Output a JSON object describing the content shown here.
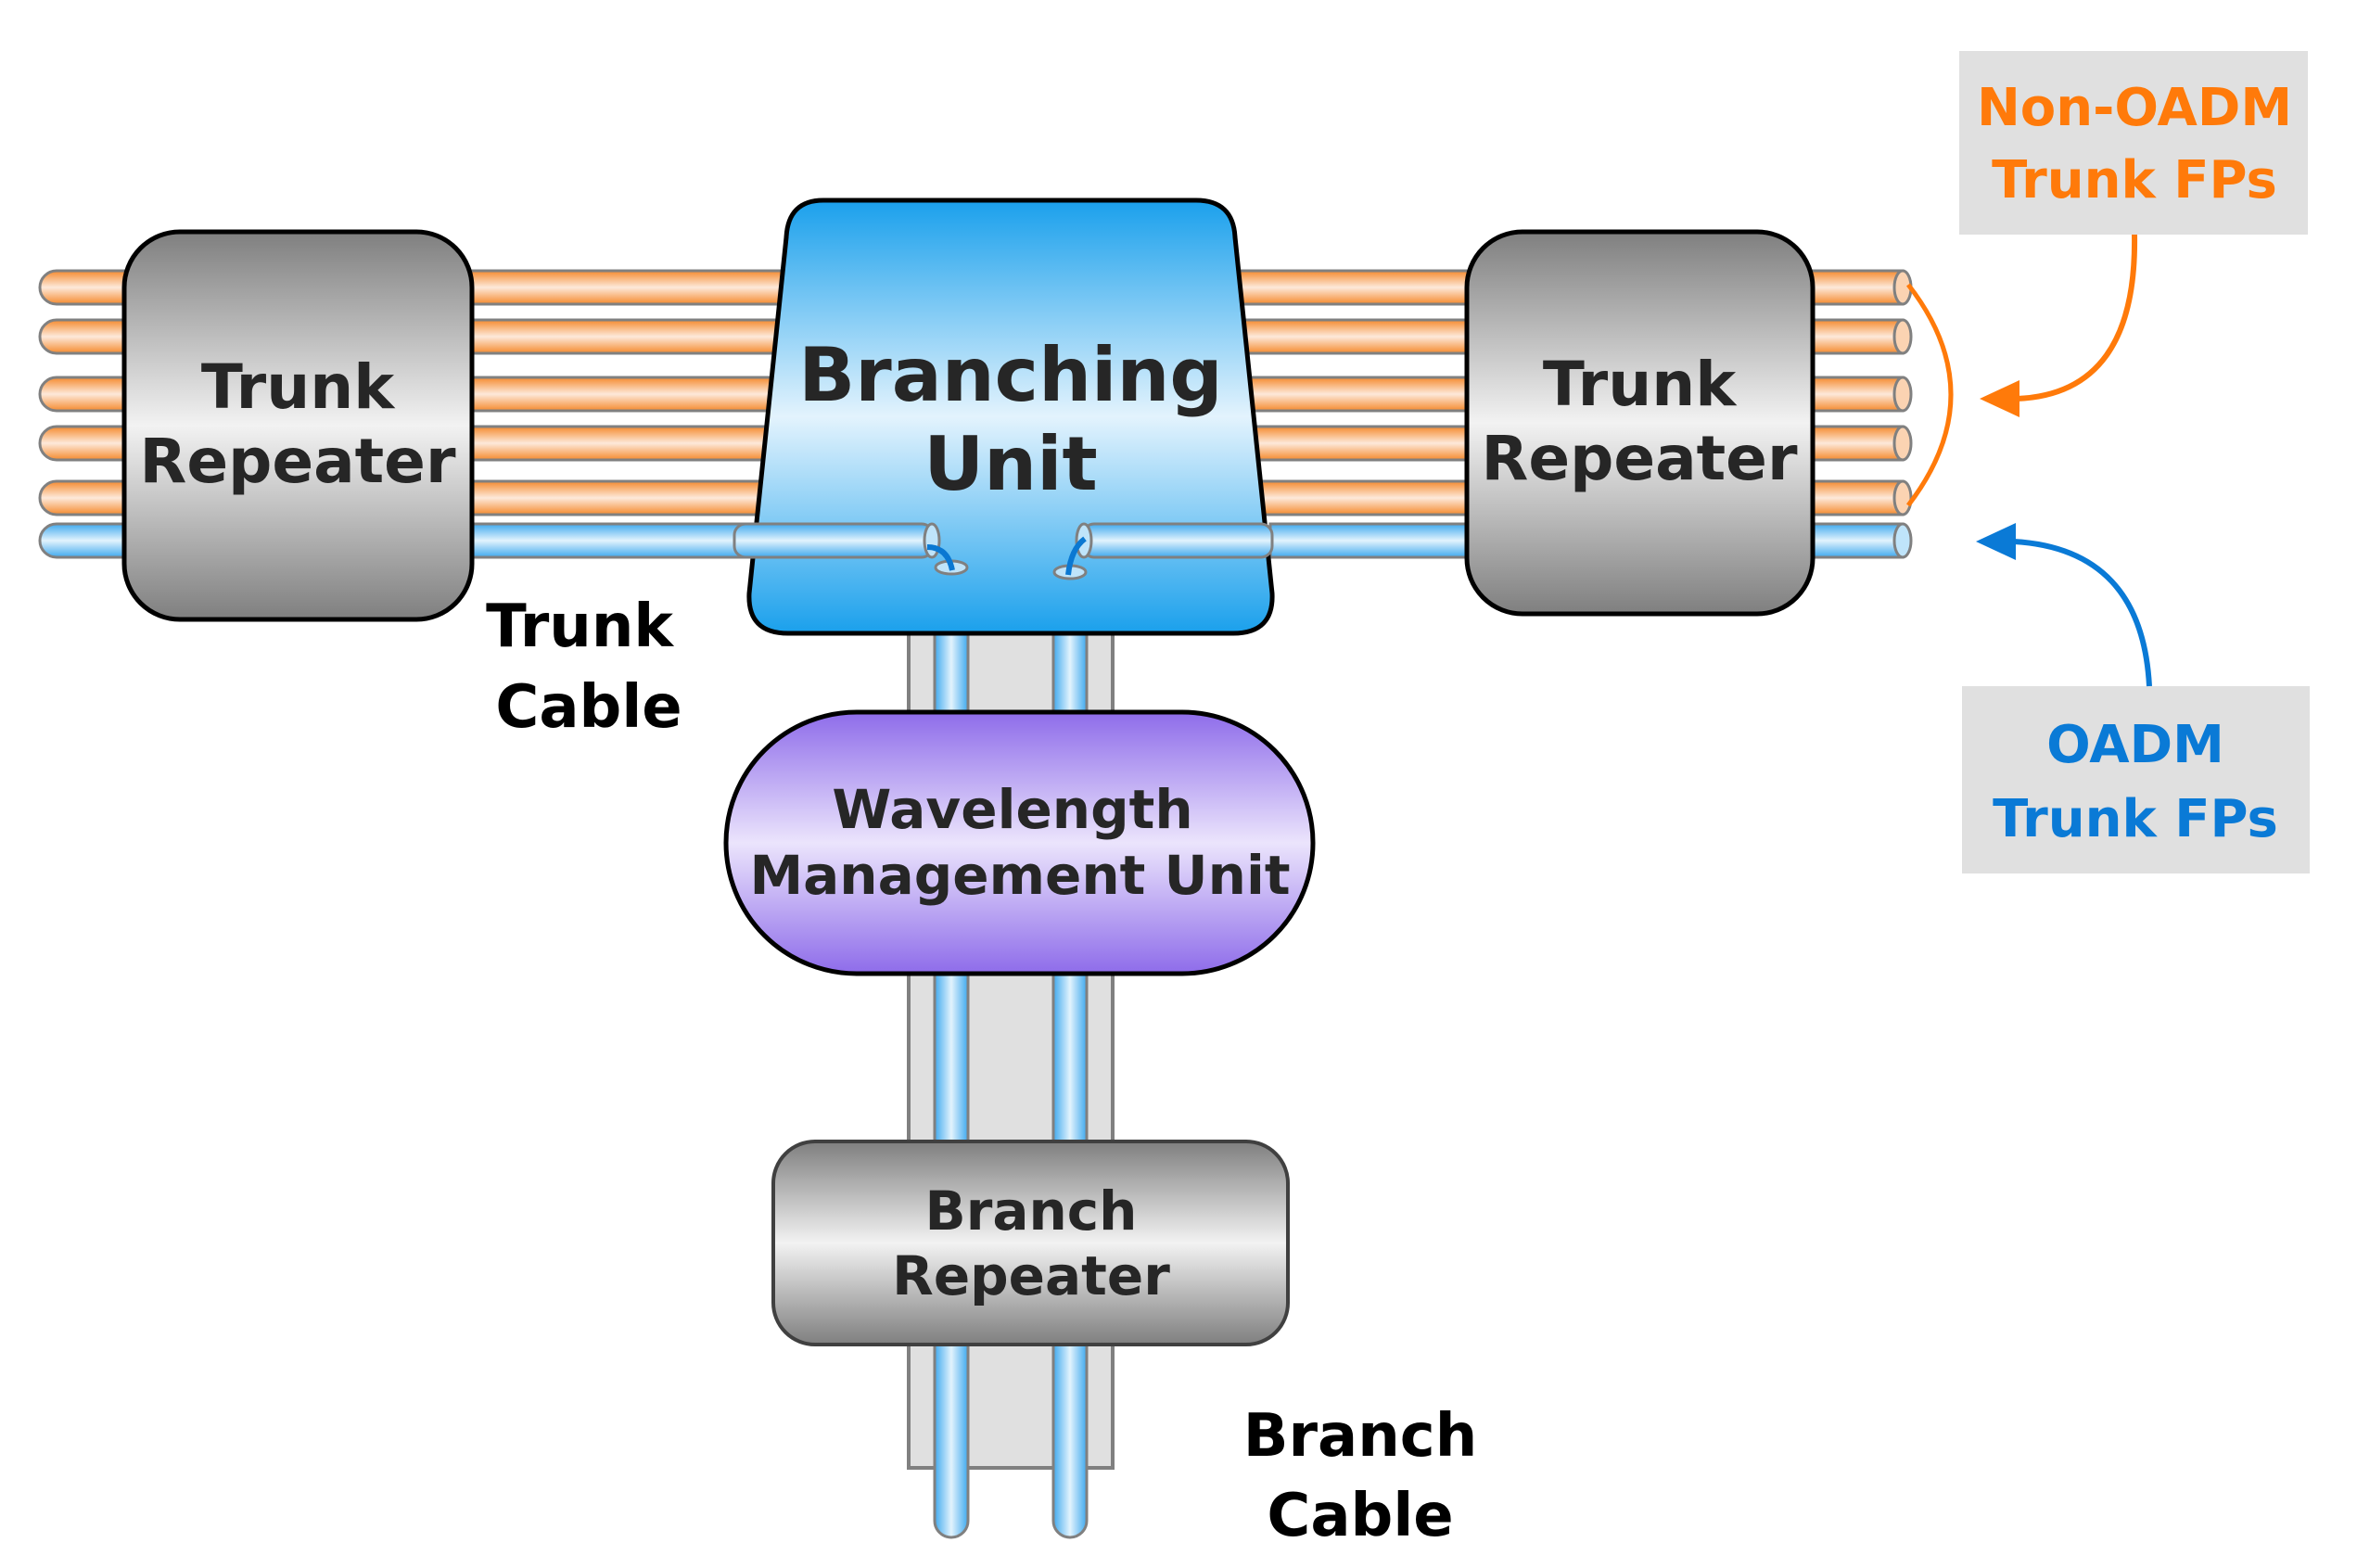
{
  "diagram": {
    "title": "Submarine cable branching with OADM",
    "nodes": {
      "left_trunk_repeater": {
        "line1": "Trunk",
        "line2": "Repeater"
      },
      "branching_unit": {
        "line1": "Branching",
        "line2": "Unit"
      },
      "right_trunk_repeater": {
        "line1": "Trunk",
        "line2": "Repeater"
      },
      "wavelength_management_unit": {
        "line1": "Wavelength",
        "line2": "Management Unit"
      },
      "branch_repeater": {
        "line1": "Branch",
        "line2": "Repeater"
      }
    },
    "labels": {
      "trunk_cable": {
        "line1": "Trunk",
        "line2": "Cable"
      },
      "branch_cable": {
        "line1": "Branch",
        "line2": "Cable"
      }
    },
    "callouts": {
      "non_oadm": {
        "line1": "Non-OADM",
        "line2": "Trunk FPs",
        "color": "#ff7a0a"
      },
      "oadm": {
        "line1": "OADM",
        "line2": "Trunk FPs",
        "color": "#0a7ad6"
      }
    },
    "fiber_pairs": {
      "trunk_total": 6,
      "non_oadm_count": 5,
      "oadm_count": 1,
      "branch_fibers": 2
    },
    "colors": {
      "non_oadm_fiber": "#f7913d",
      "oadm_fiber": "#4fb3f0",
      "branching_unit": "#1aa0ec",
      "wmu": "#9070ea",
      "repeater": "#808080",
      "callout_box": "#e0e0e0"
    }
  }
}
